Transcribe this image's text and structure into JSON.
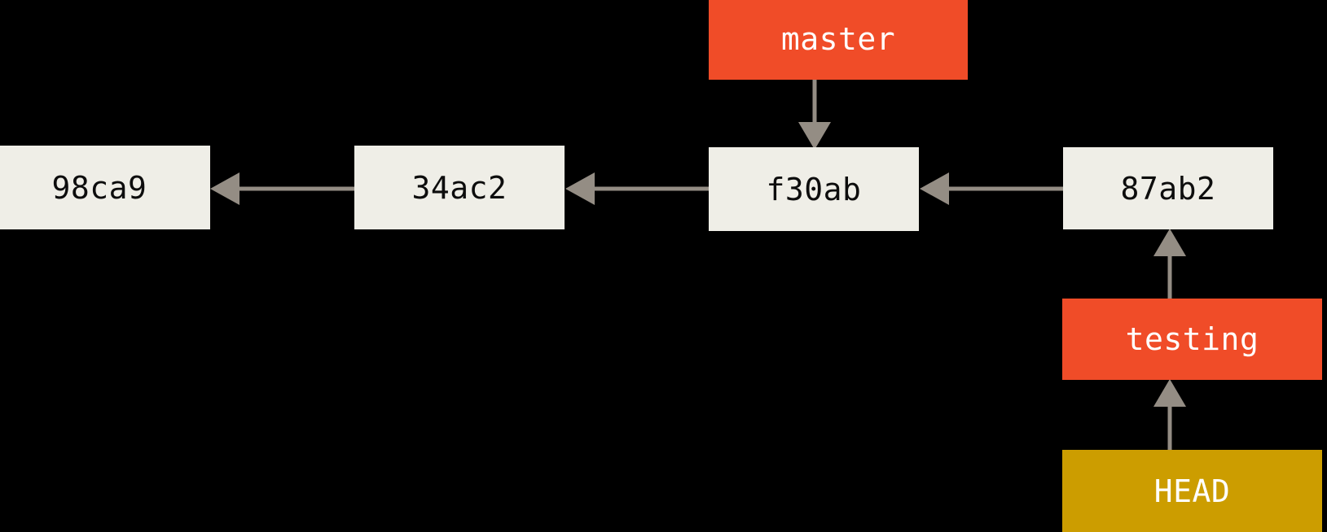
{
  "diagram": {
    "title": "git-branch-history",
    "background_color": "#000000",
    "colors": {
      "commit_fill": "#EFEEE7",
      "commit_text": "#0D0D0D",
      "branch_fill": "#F04C28",
      "branch_text": "#FFFFFF",
      "head_fill": "#CC9D00",
      "head_text": "#FFFFFF",
      "edge": "#948D84"
    },
    "nodes": {
      "commit_98ca9": {
        "label": "98ca9",
        "type": "commit"
      },
      "commit_34ac2": {
        "label": "34ac2",
        "type": "commit"
      },
      "commit_f30ab": {
        "label": "f30ab",
        "type": "commit"
      },
      "commit_87ab2": {
        "label": "87ab2",
        "type": "commit"
      },
      "branch_master": {
        "label": "master",
        "type": "branch"
      },
      "branch_testing": {
        "label": "testing",
        "type": "branch"
      },
      "pointer_head": {
        "label": "HEAD",
        "type": "head"
      }
    },
    "edges": [
      {
        "from": "commit_34ac2",
        "to": "commit_98ca9",
        "direction": "left"
      },
      {
        "from": "commit_f30ab",
        "to": "commit_34ac2",
        "direction": "left"
      },
      {
        "from": "commit_87ab2",
        "to": "commit_f30ab",
        "direction": "left"
      },
      {
        "from": "branch_master",
        "to": "commit_f30ab",
        "direction": "down"
      },
      {
        "from": "branch_testing",
        "to": "commit_87ab2",
        "direction": "up"
      },
      {
        "from": "pointer_head",
        "to": "branch_testing",
        "direction": "up"
      }
    ]
  }
}
